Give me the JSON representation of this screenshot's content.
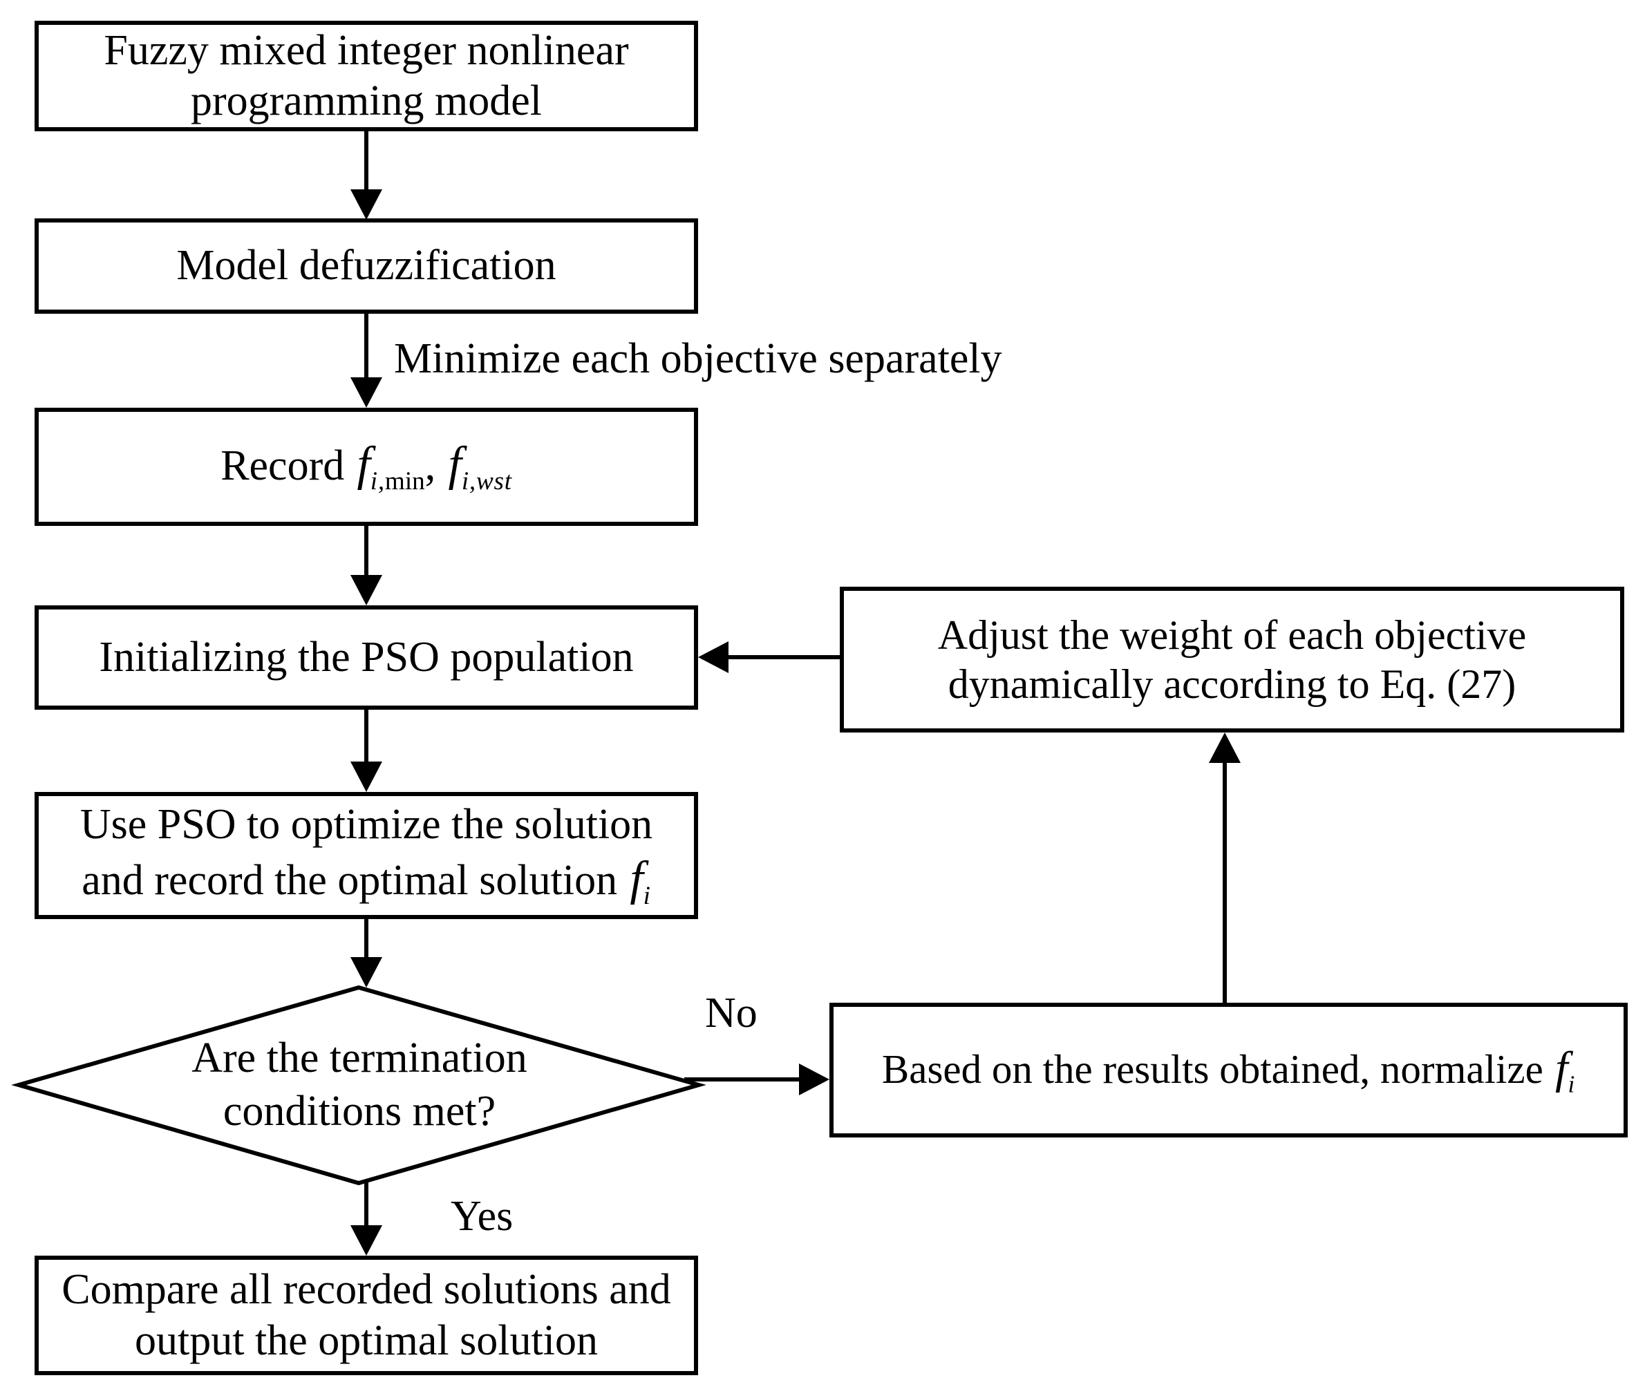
{
  "diagram": {
    "nodes": {
      "fuzzy_model": {
        "label": "Fuzzy mixed integer nonlinear programming model"
      },
      "defuzzification": {
        "label": "Model defuzzification"
      },
      "record": {
        "segments": [
          {
            "text": "Record ",
            "style": "normal"
          },
          {
            "text": "f",
            "style": "italic"
          },
          {
            "text": "i,",
            "style": "sub"
          },
          {
            "text": "min",
            "style": "subroman"
          },
          {
            "text": ", ",
            "style": "normal"
          },
          {
            "text": "f",
            "style": "italic"
          },
          {
            "text": "i,wst",
            "style": "sub"
          }
        ]
      },
      "init_pso": {
        "label": "Initializing the PSO population"
      },
      "use_pso": {
        "segments": [
          {
            "text": "Use PSO to optimize the solution and record the optimal solution ",
            "style": "normal"
          },
          {
            "text": "f",
            "style": "italic"
          },
          {
            "text": "i",
            "style": "sub"
          }
        ]
      },
      "termination": {
        "label": "Are the termination conditions met?"
      },
      "compare": {
        "label": "Compare all recorded solutions and output the optimal solution"
      },
      "adjust_weights": {
        "label": "Adjust the weight of each objective dynamically according to Eq. (27)"
      },
      "normalize": {
        "segments": [
          {
            "text": "Based on the results obtained, normalize ",
            "style": "normal"
          },
          {
            "text": "f",
            "style": "italic"
          },
          {
            "text": "i",
            "style": "sub"
          }
        ]
      }
    },
    "edge_labels": {
      "minimize": "Minimize each objective separately",
      "no": "No",
      "yes": "Yes"
    },
    "colors": {
      "stroke": "#000000",
      "background": "#ffffff"
    }
  }
}
